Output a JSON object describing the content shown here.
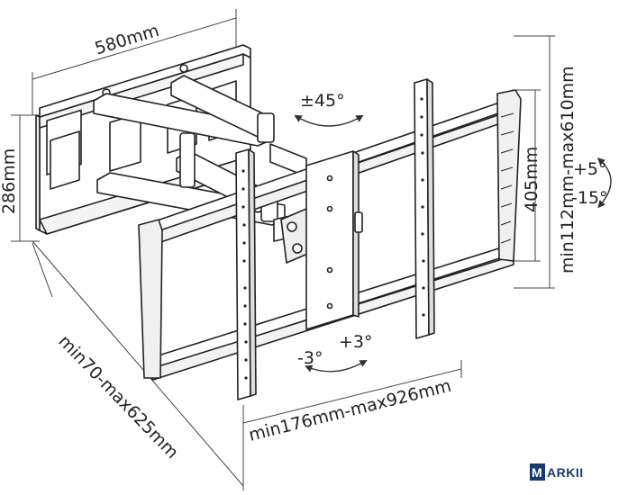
{
  "dimensions": {
    "width_top": "580mm",
    "height_left": "286mm",
    "extension_diagonal": "min70-max625mm",
    "horizontal_bottom": "min176mm-max926mm",
    "vertical_inner": "405mm",
    "vertical_outer": "min112mm-max610mm"
  },
  "angles": {
    "swivel": "±45°",
    "tilt_up": "+5°",
    "tilt_down": "-15°",
    "rotate_left": "-3°",
    "rotate_right": "+3°"
  },
  "logo": {
    "letter": "M",
    "rest": "ARKII"
  }
}
